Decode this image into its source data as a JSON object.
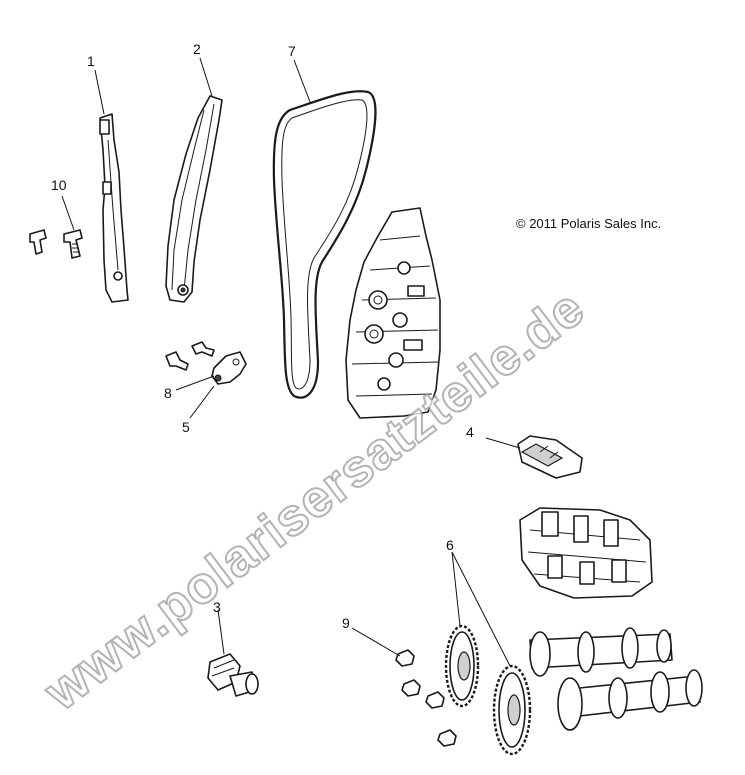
{
  "copyright": "© 2011 Polaris Sales Inc.",
  "watermark": "www.polarisersatzteile.de",
  "callouts": [
    {
      "id": "1",
      "label": "1"
    },
    {
      "id": "2",
      "label": "2"
    },
    {
      "id": "3",
      "label": "3"
    },
    {
      "id": "4",
      "label": "4"
    },
    {
      "id": "5",
      "label": "5"
    },
    {
      "id": "6",
      "label": "6"
    },
    {
      "id": "7",
      "label": "7"
    },
    {
      "id": "8",
      "label": "8"
    },
    {
      "id": "9",
      "label": "9"
    },
    {
      "id": "10",
      "label": "10"
    }
  ]
}
